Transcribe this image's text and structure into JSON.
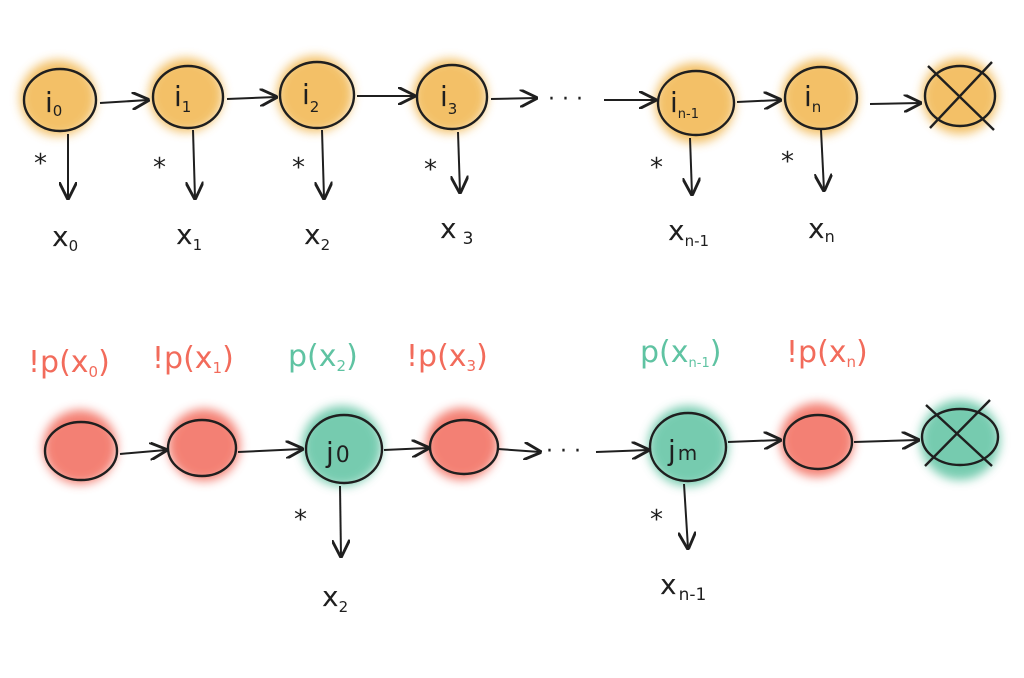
{
  "colors": {
    "ink": "#1f1f1f",
    "orange": "#f1b64e",
    "red": "#f26b5b",
    "teal": "#5fc3a2"
  },
  "top_row": {
    "nodes": [
      {
        "label": "i",
        "sub": "0"
      },
      {
        "label": "i",
        "sub": "1"
      },
      {
        "label": "i",
        "sub": "2"
      },
      {
        "label": "i",
        "sub": "3"
      },
      {
        "label": "i",
        "sub": "n-1"
      },
      {
        "label": "i",
        "sub": "n"
      }
    ],
    "outputs": [
      {
        "label": "x",
        "sub": "0"
      },
      {
        "label": "x",
        "sub": "1"
      },
      {
        "label": "x",
        "sub": "2"
      },
      {
        "label": "x",
        "sub": "3"
      },
      {
        "label": "x",
        "sub": "n-1"
      },
      {
        "label": "x",
        "sub": "n"
      }
    ],
    "ellipsis": "· · ·",
    "star": "*"
  },
  "bottom_row": {
    "predicates": [
      {
        "text": "!p(x",
        "sub": "0",
        "close": ")",
        "color": "red"
      },
      {
        "text": "!p(x",
        "sub": "1",
        "close": ")",
        "color": "red"
      },
      {
        "text": "p(x",
        "sub": "2",
        "close": ")",
        "color": "teal"
      },
      {
        "text": "!p(x",
        "sub": "3",
        "close": ")",
        "color": "red"
      },
      {
        "text": "p(x",
        "sub": "n-1",
        "close": ")",
        "color": "teal"
      },
      {
        "text": "!p(x",
        "sub": "n",
        "close": ")",
        "color": "red"
      }
    ],
    "nodes": [
      {
        "label": "",
        "sub": "",
        "color": "red"
      },
      {
        "label": "",
        "sub": "",
        "color": "red"
      },
      {
        "label": "j",
        "sub": "0",
        "color": "teal"
      },
      {
        "label": "",
        "sub": "",
        "color": "red"
      },
      {
        "label": "j",
        "sub": "m",
        "color": "teal"
      },
      {
        "label": "",
        "sub": "",
        "color": "red"
      }
    ],
    "outputs": [
      {
        "label": "x",
        "sub": "2"
      },
      {
        "label": "x",
        "sub": "n-1"
      }
    ],
    "ellipsis": "· · ·",
    "star": "*"
  }
}
